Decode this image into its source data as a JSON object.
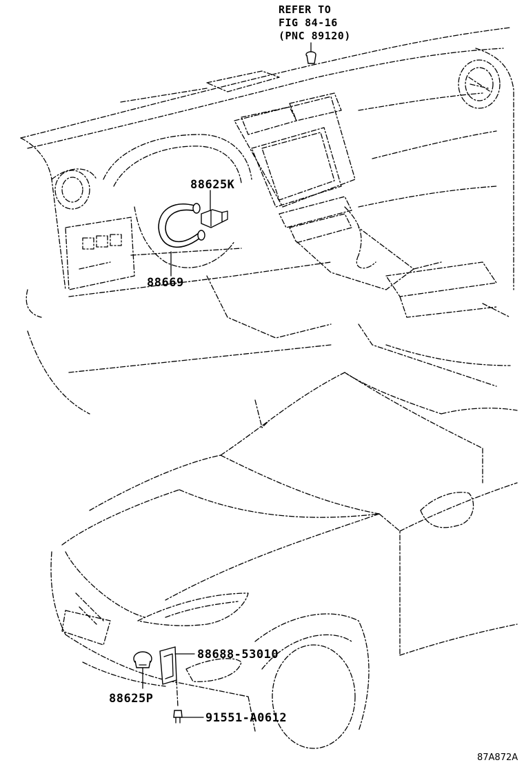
{
  "reference": {
    "line1": "REFER TO",
    "line2": "FIG 84-16",
    "line3": "(PNC 89120)"
  },
  "callouts": {
    "sensor_upper": "88625K",
    "hose": "88669",
    "bracket": "88688-53010",
    "sensor_lower": "88625P",
    "bolt": "91551-A0612"
  },
  "illustration_code": "87A872A"
}
